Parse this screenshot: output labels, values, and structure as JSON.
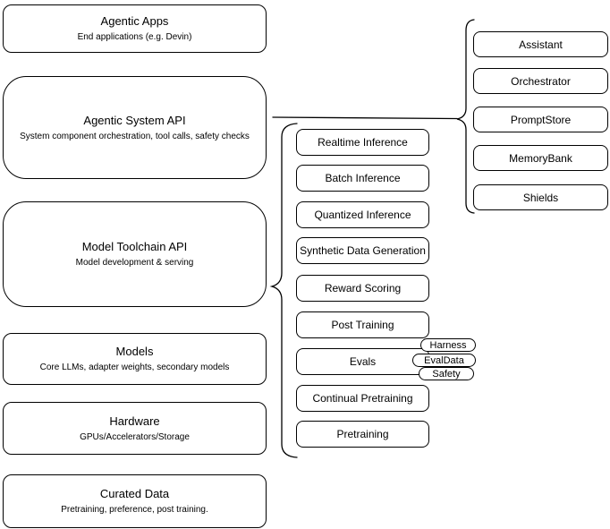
{
  "left_column": [
    {
      "title": "Agentic Apps",
      "subtitle": "End applications (e.g. Devin)"
    },
    {
      "title": "Agentic System API",
      "subtitle": "System component orchestration, tool calls, safety checks"
    },
    {
      "title": "Model Toolchain API",
      "subtitle": "Model development & serving"
    },
    {
      "title": "Models",
      "subtitle": "Core LLMs, adapter weights, secondary models"
    },
    {
      "title": "Hardware",
      "subtitle": "GPUs/Accelerators/Storage"
    },
    {
      "title": "Curated Data",
      "subtitle": "Pretraining, preference, post training."
    }
  ],
  "middle_column": [
    "Realtime Inference",
    "Batch Inference",
    "Quantized Inference",
    "Synthetic Data Generation",
    "Reward Scoring",
    "Post Training",
    "Evals",
    "Continual Pretraining",
    "Pretraining"
  ],
  "evals_tags": [
    "Harness",
    "EvalData",
    "Safety"
  ],
  "right_column": [
    "Assistant",
    "Orchestrator",
    "PromptStore",
    "MemoryBank",
    "Shields"
  ],
  "colors": {
    "stroke": "#000000",
    "fill": "#ffffff",
    "background": "#ffffff"
  }
}
